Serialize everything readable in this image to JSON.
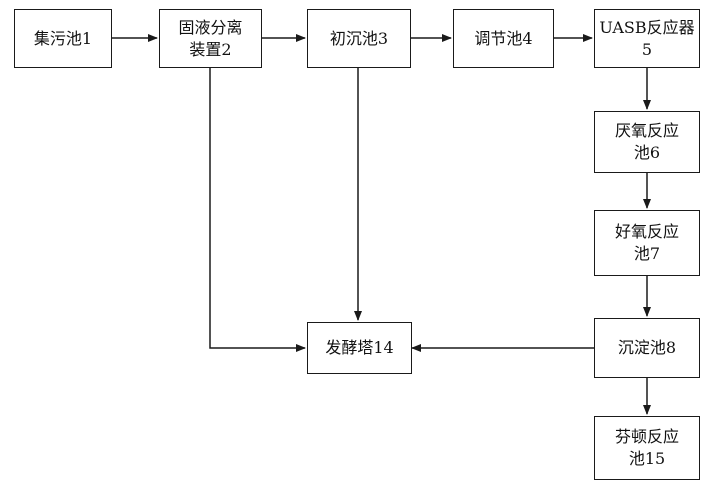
{
  "nodes": {
    "n1": "集污池1",
    "n2": "固液分离装置2",
    "n3": "初沉池3",
    "n4": "调节池4",
    "n5": "UASB反应器5",
    "n6": "厌氧反应池6",
    "n7": "好氧反应池7",
    "n8": "沉淀池8",
    "n14": "发酵塔14",
    "n15": "芬顿反应池15"
  },
  "edges": [
    [
      "n1",
      "n2"
    ],
    [
      "n2",
      "n3"
    ],
    [
      "n3",
      "n4"
    ],
    [
      "n4",
      "n5"
    ],
    [
      "n5",
      "n6"
    ],
    [
      "n6",
      "n7"
    ],
    [
      "n7",
      "n8"
    ],
    [
      "n8",
      "n15"
    ],
    [
      "n8",
      "n14"
    ],
    [
      "n3",
      "n14"
    ],
    [
      "n2",
      "n14"
    ]
  ],
  "colors": {
    "line": "#1a1a1a",
    "box_border": "#1a1a1a"
  }
}
